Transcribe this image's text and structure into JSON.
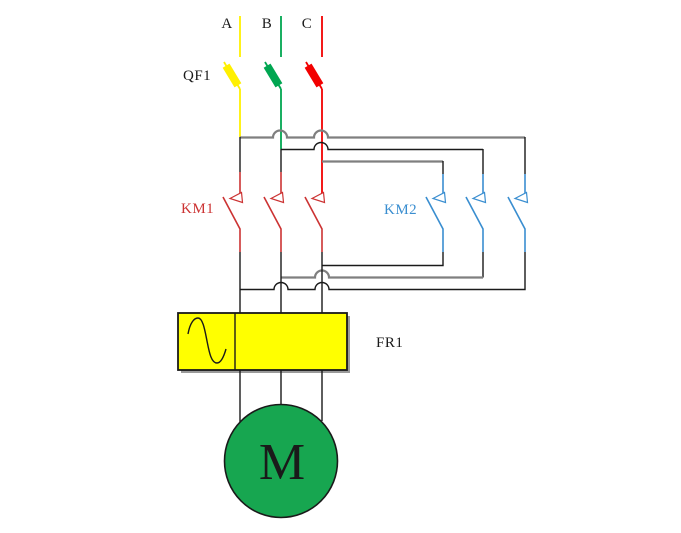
{
  "diagram": {
    "type": "electrical-schematic",
    "labels": {
      "phase_a": "A",
      "phase_b": "B",
      "phase_c": "C",
      "breaker": "QF1",
      "contactor_km1": "KM1",
      "contactor_km2": "KM2",
      "thermal_relay": "FR1",
      "motor": "M"
    },
    "colors": {
      "background": "#FFFFFF",
      "phase_a": "#FFF000",
      "phase_b": "#00A651",
      "phase_c": "#F20000",
      "km1": "#CC3333",
      "km2": "#3A8ED0",
      "wire": "#1A1A1A",
      "wire_gray": "#7F7F7F",
      "relay_fill": "#FFFF00",
      "motor_fill": "#17A650",
      "symbol_fill": "#FFFFFF",
      "text": "#1A1A1A"
    },
    "icons": {
      "breaker_pole": "breaker-blade-icon",
      "contactor_pole": "no-contact-icon",
      "thermal_element": "sine-wave-icon"
    }
  }
}
